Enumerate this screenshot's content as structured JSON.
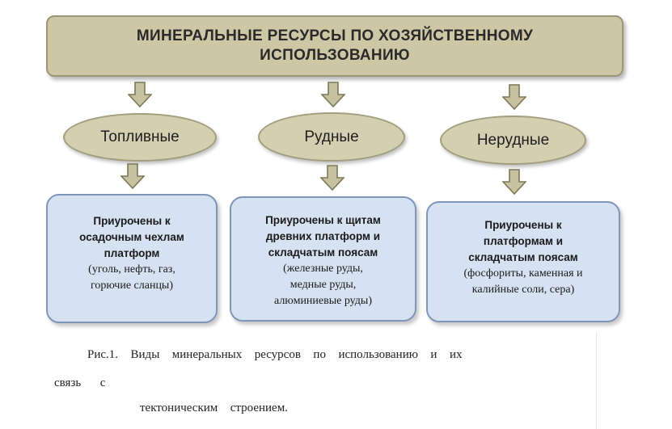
{
  "diagram": {
    "title": "МИНЕРАЛЬНЫЕ РЕСУРСЫ ПО ХОЗЯЙСТВЕННОМУ\nИСПОЛЬЗОВАНИЮ",
    "categories": [
      {
        "label": "Топливные",
        "description": "Приурочены к\nосадочным чехлам\nплатформ",
        "examples": "(уголь, нефть, газ,\nгорючие сланцы)"
      },
      {
        "label": "Рудные",
        "description": "Приурочены к щитам\nдревних платформ и\nскладчатым поясам",
        "examples": "(железные руды,\nмедные руды,\nалюминиевые руды)"
      },
      {
        "label": "Нерудные",
        "description": "Приурочены к\nплатформам и\nскладчатым поясам",
        "examples": "(фосфориты, каменная и\nкалийные соли, сера)"
      }
    ],
    "colors": {
      "header_fill": "#cdc7a6",
      "ellipse_fill": "#d4cfb1",
      "arrow_fill": "#c8c19f",
      "card_fill": "#d6e2f2",
      "card_border": "#7f96b8"
    }
  },
  "caption": {
    "line1": "Рис.1.  Виды  минеральных  ресурсов  по  использованию  и  их",
    "line2": "связь  с",
    "line3": "тектоническим  строением."
  }
}
